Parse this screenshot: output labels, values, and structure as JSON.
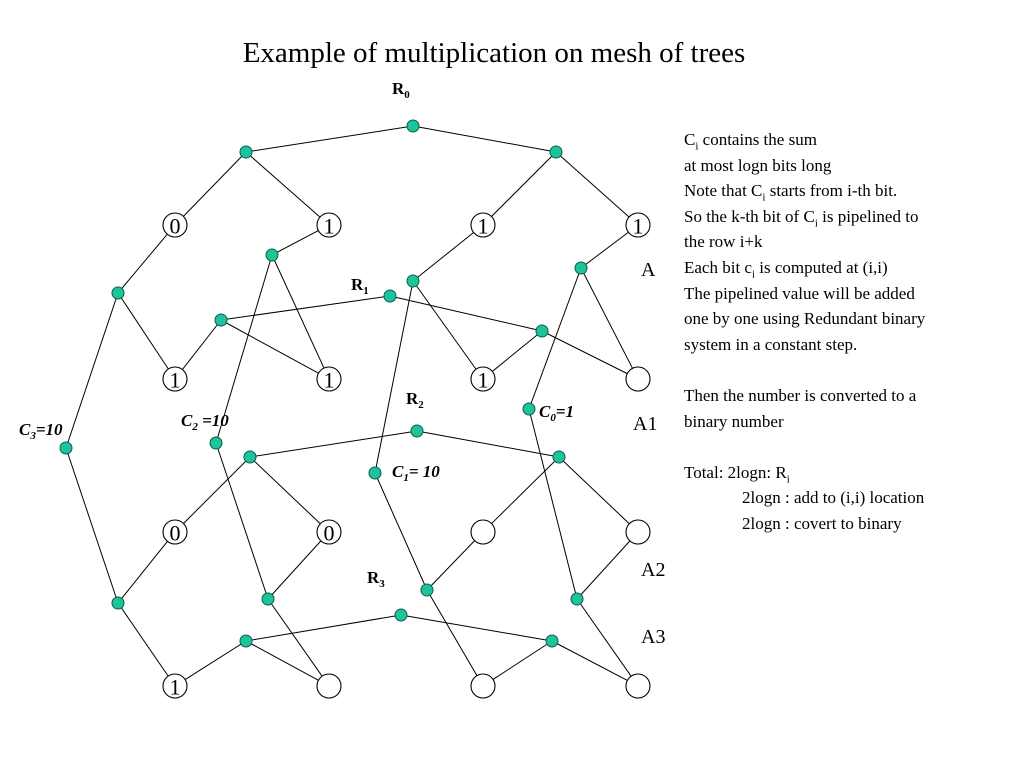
{
  "title": "Example of multiplication on mesh of trees",
  "row_labels": {
    "A": "A",
    "A1": "A1",
    "A2": "A2",
    "A3": "A3"
  },
  "tree_labels": {
    "R0": {
      "base": "R",
      "sub": "0"
    },
    "R1": {
      "base": "R",
      "sub": "1"
    },
    "R2": {
      "base": "R",
      "sub": "2"
    },
    "R3": {
      "base": "R",
      "sub": "3"
    },
    "C0": {
      "base": "C",
      "sub": "0",
      "value": "=1"
    },
    "C1": {
      "base": "C",
      "sub": "1",
      "value": "= 10"
    },
    "C2": {
      "base": "C",
      "sub": "2",
      "value": " =10"
    },
    "C3": {
      "base": "C",
      "sub": "3",
      "value": "=10"
    }
  },
  "grid": [
    [
      "0",
      "1",
      "1",
      "1"
    ],
    [
      "1",
      "1",
      "1",
      ""
    ],
    [
      "0",
      "0",
      "",
      ""
    ],
    [
      "1",
      "",
      "",
      ""
    ]
  ],
  "notes": {
    "l1a": "C",
    "l1s": "i",
    "l1b": " contains the sum",
    "l2": "at most logn bits long",
    "l3a": "Note that C",
    "l3s": "i",
    "l3b": " starts from i-th bit.",
    "l4a": "So the k-th bit of C",
    "l4s": "i",
    "l4b": " is pipelined to",
    "l5": "the row i+k",
    "l6a": "Each bit c",
    "l6s": "i",
    "l6b": " is computed at (i,i)",
    "l7": "The pipelined value will be added",
    "l8": "one by one using Redundant binary",
    "l9": "system in a constant step.",
    "l10": "Then the number is converted to a",
    "l11": "binary number",
    "l12a": "Total: 2logn: R",
    "l12s": "i",
    "l13": "2logn : add to (i,i) location",
    "l14": "2logn : covert to binary"
  }
}
